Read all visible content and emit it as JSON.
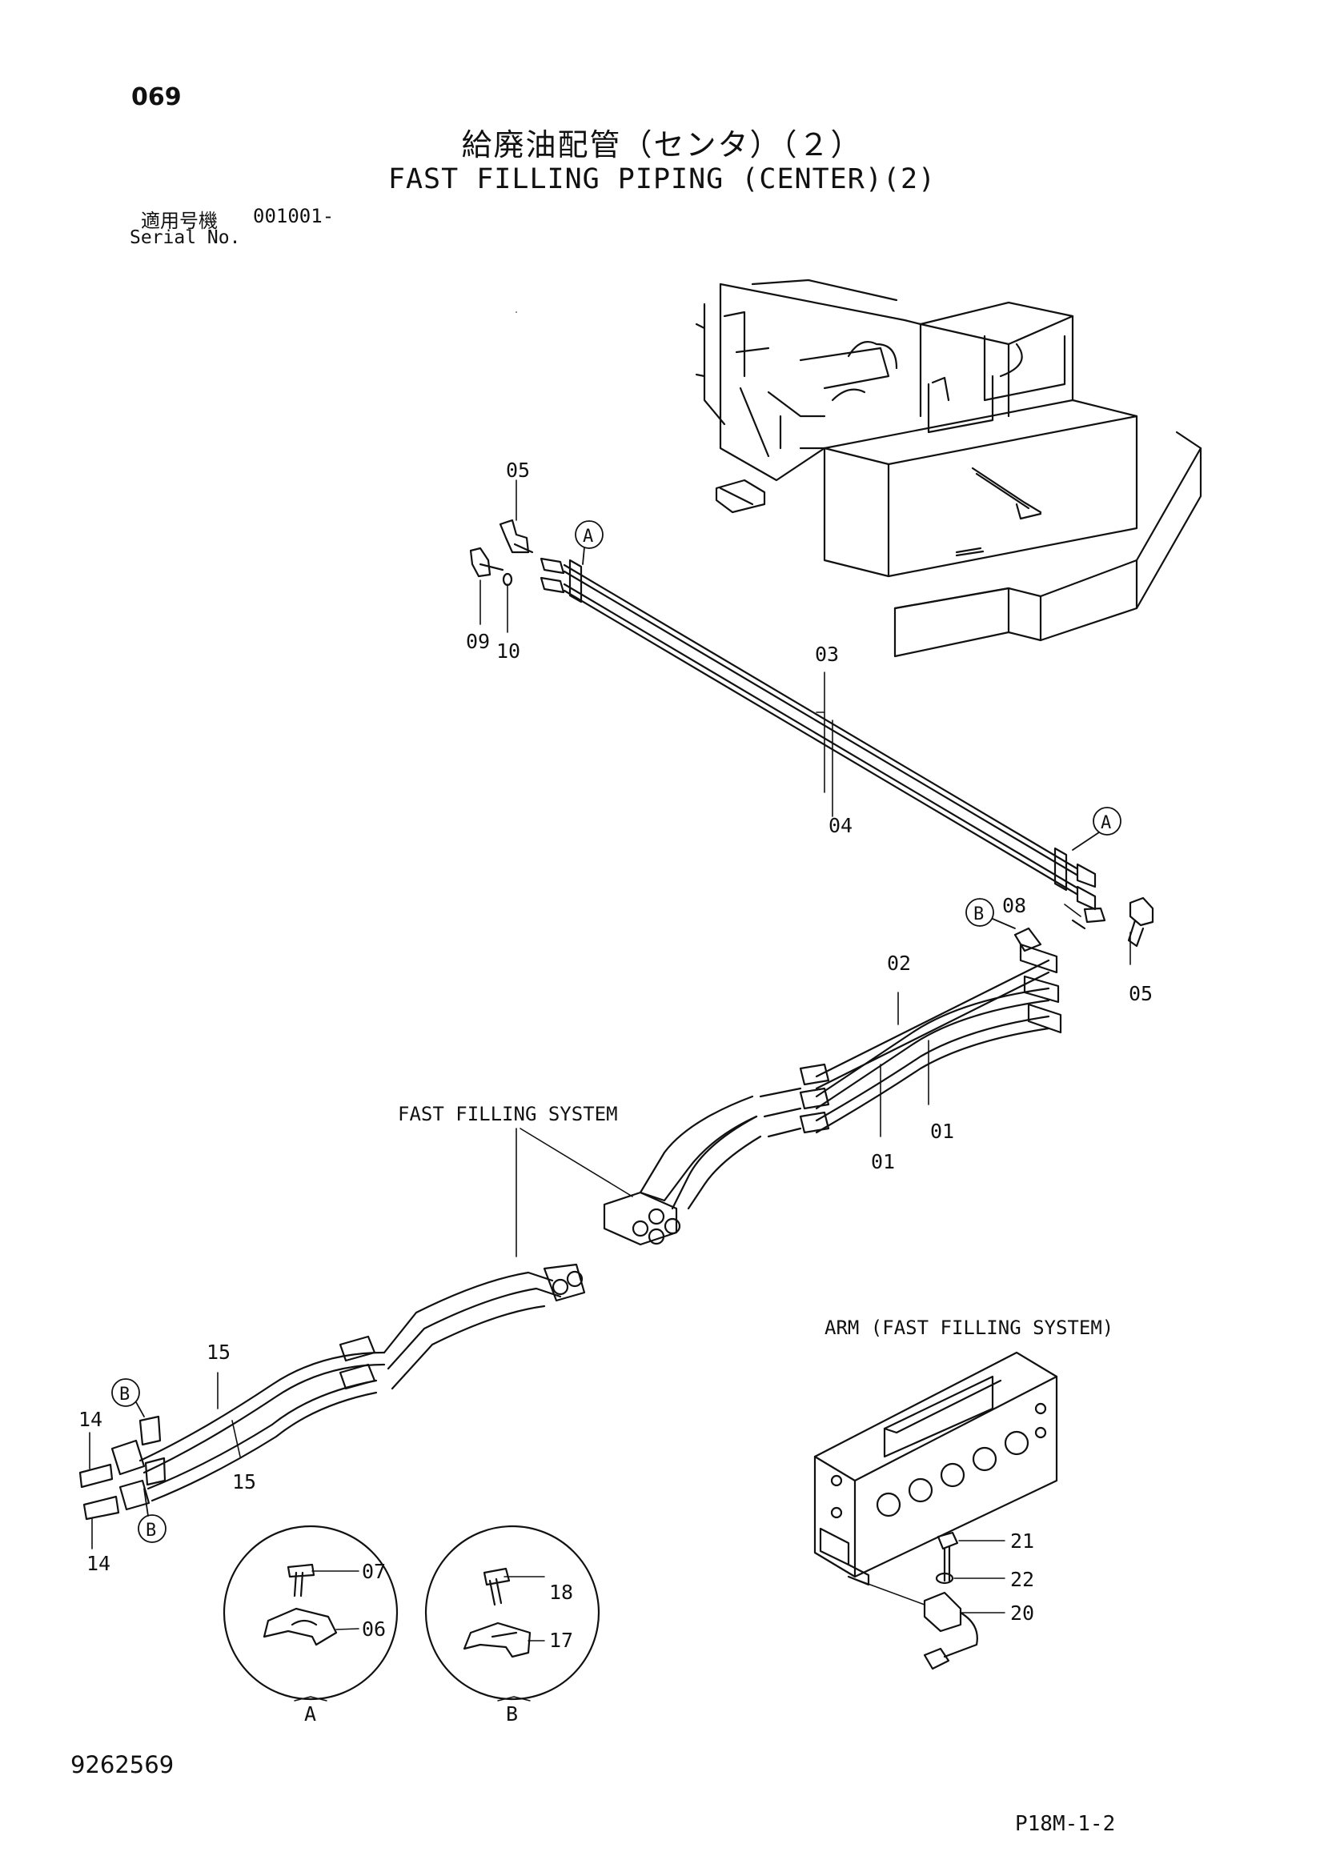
{
  "header": {
    "page_number": "069",
    "title_jp": "給廃油配管（センタ）（２）",
    "title_en": "FAST FILLING PIPING (CENTER)(2)",
    "serial_label_jp": "適用号機",
    "serial_value": "001001-",
    "serial_label_en": "Serial No."
  },
  "diagram": {
    "part_labels": {
      "p01a": "01",
      "p01b": "01",
      "p02": "02",
      "p03": "03",
      "p04": "04",
      "p05a": "05",
      "p05b": "05",
      "p06": "06",
      "p07": "07",
      "p08": "08",
      "p09": "09",
      "p10": "10",
      "p14a": "14",
      "p14b": "14",
      "p15a": "15",
      "p15b": "15",
      "p17": "17",
      "p18": "18",
      "p20": "20",
      "p21": "21",
      "p22": "22"
    },
    "callouts": {
      "a_top": "A",
      "a_right": "A",
      "b_mid": "B",
      "b_left_top": "B",
      "b_left_bottom": "B",
      "detail_a": "A",
      "detail_b": "B"
    },
    "captions": {
      "fast_filling_system": "FAST FILLING SYSTEM",
      "arm_fast_filling_system": "ARM (FAST FILLING SYSTEM)"
    }
  },
  "footer": {
    "document_number": "9262569",
    "page_ref": "P18M-1-2"
  }
}
